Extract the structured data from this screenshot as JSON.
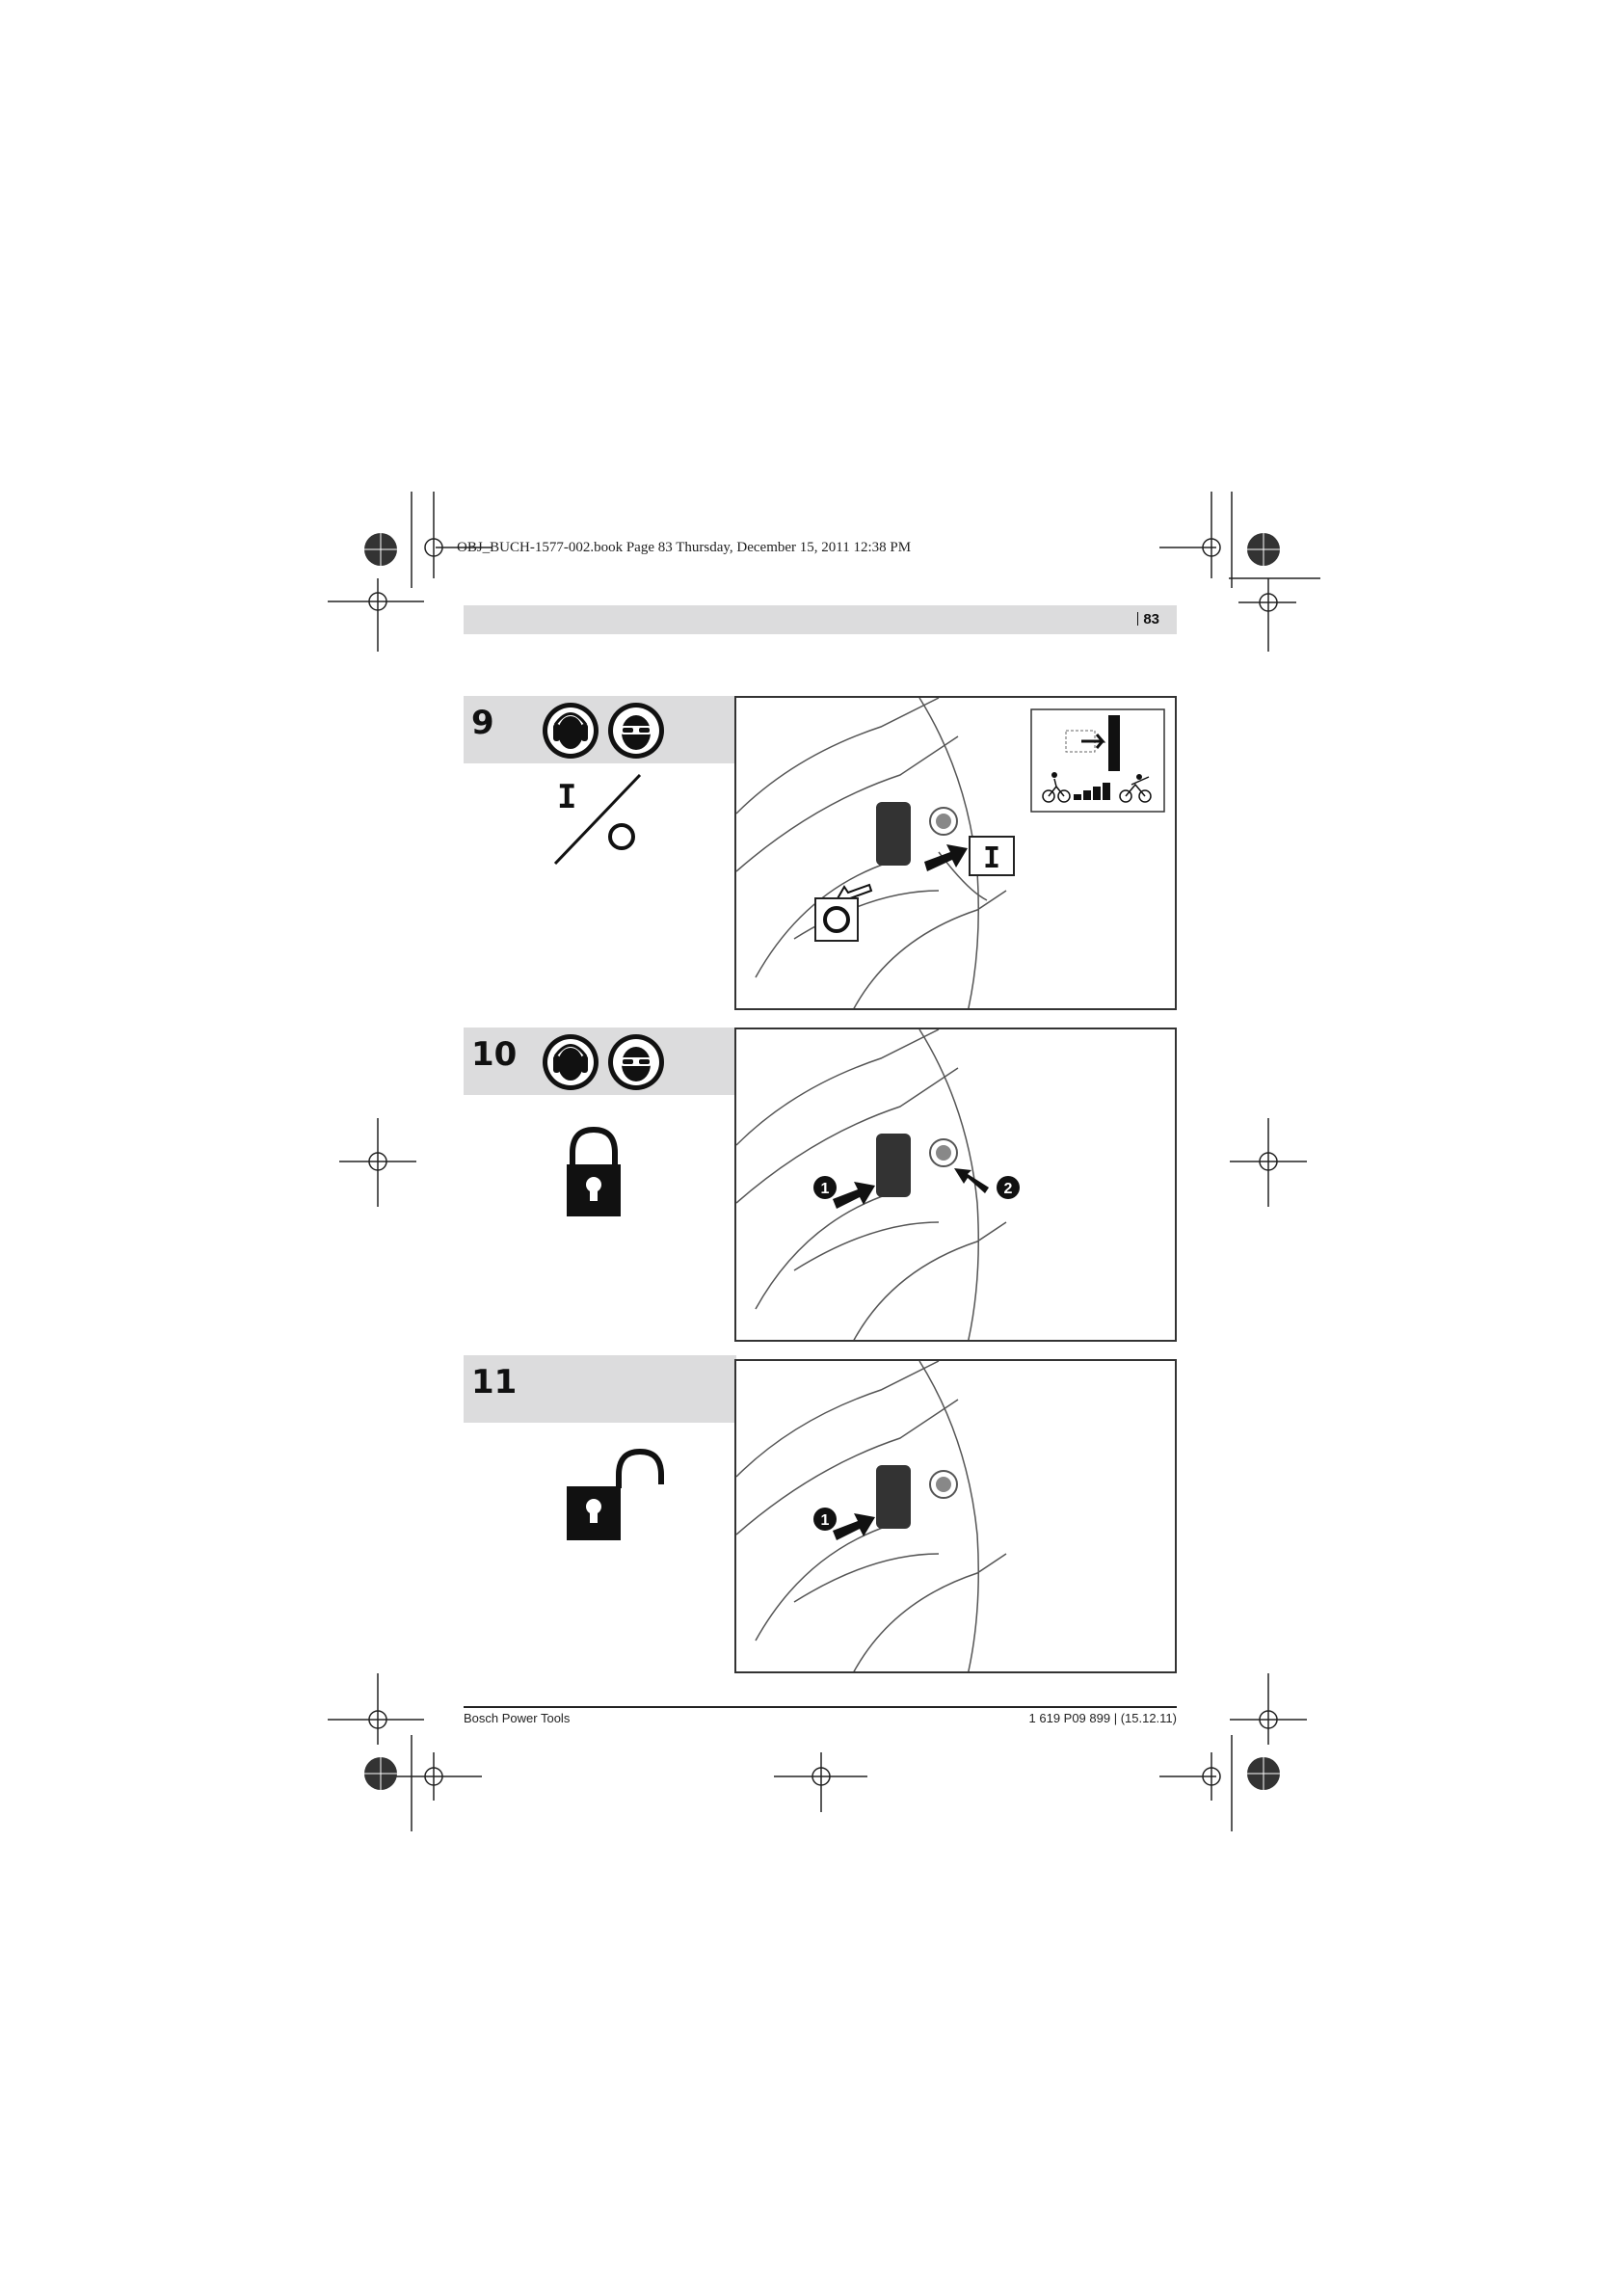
{
  "slug_line": "OBJ_BUCH-1577-002.book  Page 83  Thursday, December 15, 2011  12:38 PM",
  "header": {
    "page_number": "83"
  },
  "steps": [
    {
      "number": "9",
      "switch_on": "I",
      "switch_off": "O"
    },
    {
      "number": "10",
      "callout_1": "1",
      "callout_2": "2"
    },
    {
      "number": "11",
      "callout_1": "1"
    }
  ],
  "footer": {
    "publisher": "Bosch Power Tools",
    "doc_code": "1 619 P09 899 | (15.12.11)"
  },
  "icons": {
    "ppe": [
      "ear-protection-icon",
      "eye-protection-icon"
    ],
    "lock": "padlock-closed-icon",
    "unlock": "padlock-open-icon",
    "speed": "speed-control-icon"
  },
  "colors": {
    "bar_gray": "#dcdcdd",
    "ink": "#111111"
  }
}
